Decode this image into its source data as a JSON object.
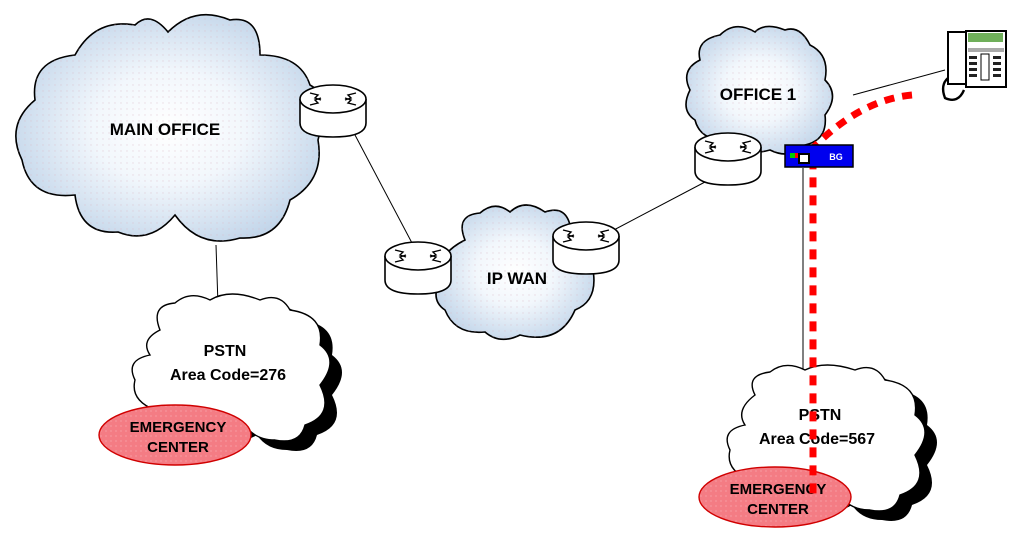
{
  "diagram": {
    "nodes": {
      "main_office": {
        "label": "MAIN OFFICE",
        "type": "cloud"
      },
      "office1": {
        "label": "OFFICE 1",
        "type": "cloud"
      },
      "ip_wan": {
        "label": "IP WAN",
        "type": "cloud"
      },
      "pstn_left": {
        "line1": "PSTN",
        "line2": "Area Code=276",
        "type": "pstn-cloud"
      },
      "pstn_right": {
        "line1": "PSTN",
        "line2": "Area Code=567",
        "type": "pstn-cloud"
      },
      "emergency_left": {
        "line1": "EMERGENCY",
        "line2": "CENTER"
      },
      "emergency_right": {
        "line1": "EMERGENCY",
        "line2": "CENTER"
      },
      "branch_gateway": {
        "label": "BG"
      },
      "phone": {
        "label": "ip-phone-icon"
      }
    },
    "routers": [
      "router-main-office",
      "router-wan-left",
      "router-wan-right",
      "router-office1"
    ],
    "emergency_path_color": "#ff0000",
    "colors": {
      "cloud_fill": "#c8d8ea",
      "cloud_center": "#ffffff",
      "emergency_fill": "#f08080",
      "gateway_fill": "#0000ee"
    }
  }
}
